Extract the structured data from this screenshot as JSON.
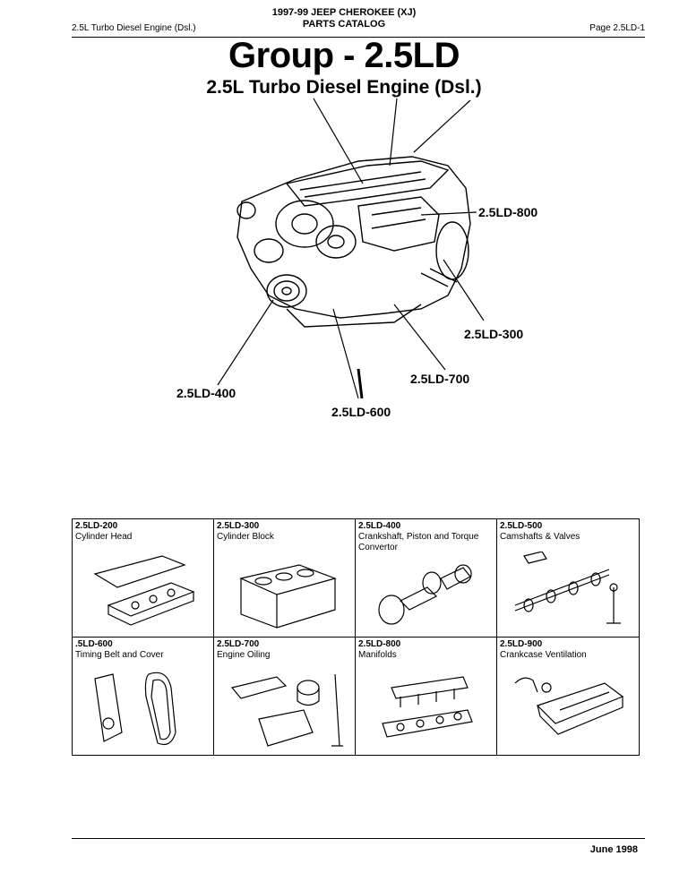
{
  "header": {
    "left": "2.5L Turbo Diesel Engine (Dsl.)",
    "center_line1": "1997-99 JEEP CHEROKEE (XJ)",
    "center_line2": "PARTS CATALOG",
    "right": "Page 2.5LD-1"
  },
  "group_title": "Group - 2.5LD",
  "sub_title": "2.5L Turbo Diesel Engine (Dsl.)",
  "callouts": {
    "c800": "2.5LD-800",
    "c300": "2.5LD-300",
    "c700": "2.5LD-700",
    "c400": "2.5LD-400",
    "c600": "2.5LD-600"
  },
  "sections": [
    {
      "code": "2.5LD-200",
      "name": "Cylinder Head"
    },
    {
      "code": "2.5LD-300",
      "name": "Cylinder Block"
    },
    {
      "code": "2.5LD-400",
      "name": "Crankshaft, Piston and Torque Convertor"
    },
    {
      "code": "2.5LD-500",
      "name": "Camshafts & Valves"
    },
    {
      "code": ".5LD-600",
      "name": "Timing Belt and Cover"
    },
    {
      "code": "2.5LD-700",
      "name": "Engine Oiling"
    },
    {
      "code": "2.5LD-800",
      "name": "Manifolds"
    },
    {
      "code": "2.5LD-900",
      "name": "Crankcase Ventilation"
    }
  ],
  "footer": {
    "date": "June 1998"
  }
}
